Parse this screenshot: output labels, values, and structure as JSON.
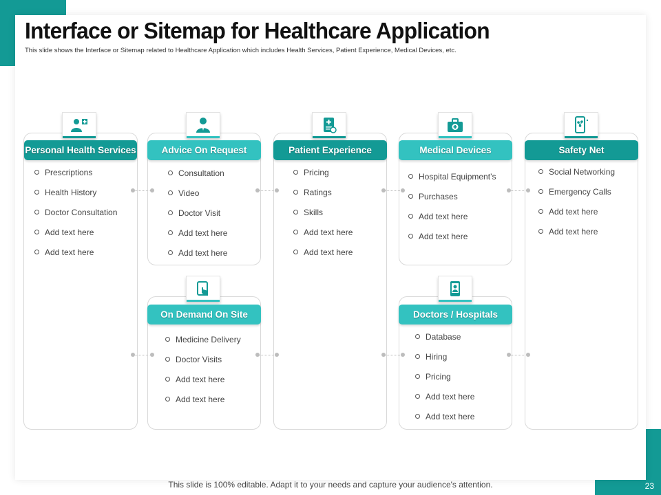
{
  "title": "Interface or Sitemap for Healthcare Application",
  "subtitle": "This slide shows the Interface or Sitemap related to Healthcare Application which includes Health Services, Patient Experience, Medical Devices, etc.",
  "colors": {
    "accent_dark": "#139a95",
    "accent_light": "#33c2c0"
  },
  "sections": {
    "personal": {
      "label": "Personal Health Services",
      "icon": "doctor-medical-icon",
      "items": [
        "Prescriptions",
        "Health History",
        "Doctor Consultation",
        "Add text here",
        "Add text here"
      ]
    },
    "advice": {
      "label": "Advice On Request",
      "icon": "doctor-person-icon",
      "items": [
        "Consultation",
        "Video",
        "Doctor Visit",
        "Add text here",
        "Add text here"
      ]
    },
    "patient": {
      "label": "Patient Experience",
      "icon": "medical-report-icon",
      "items": [
        "Pricing",
        "Ratings",
        "Skills",
        "Add text here",
        "Add text here"
      ]
    },
    "devices": {
      "label": "Medical Devices",
      "icon": "first-aid-kit-icon",
      "items": [
        "Hospital Equipment’s",
        "Purchases",
        "Add text here",
        "Add text here"
      ]
    },
    "safety": {
      "label": "Safety Net",
      "icon": "mobile-network-icon",
      "items": [
        "Social Networking",
        "Emergency Calls",
        "Add text here",
        "Add text here"
      ]
    },
    "ondemand": {
      "label": "On Demand On Site",
      "icon": "tablet-touch-icon",
      "items": [
        "Medicine Delivery",
        "Doctor Visits",
        "Add text here",
        "Add text here"
      ]
    },
    "doctors": {
      "label": "Doctors / Hospitals",
      "icon": "mobile-doctor-icon",
      "items": [
        "Database",
        "Hiring",
        "Pricing",
        "Add text here",
        "Add text here"
      ]
    }
  },
  "footer": "This slide is 100% editable. Adapt it to your needs and capture your audience's attention.",
  "page_number": "23"
}
